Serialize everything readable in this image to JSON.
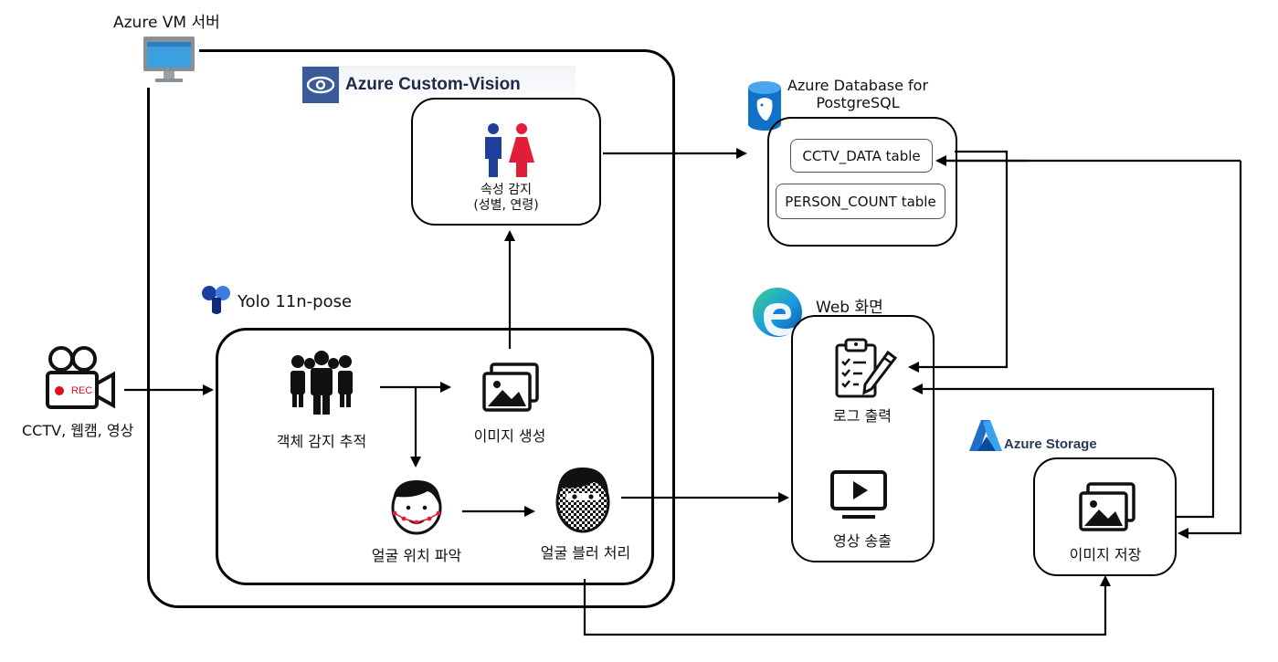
{
  "vm": {
    "label": "Azure VM 서버",
    "icon": "monitor-icon"
  },
  "custom_vision": {
    "brand": "Azure Custom-Vision",
    "node_label": "속성 감지\n(성별, 연령)",
    "icon": "gender-people-icon"
  },
  "yolo": {
    "brand": "Yolo 11n-pose"
  },
  "nodes": {
    "object_tracking": "객체 감지 추적",
    "image_create": "이미지 생성",
    "face_locate": "얼굴 위치 파악",
    "face_blur": "얼굴 블러 처리"
  },
  "source": {
    "label": "CCTV, 웹캠, 영상",
    "rec_text": "REC"
  },
  "database": {
    "title": "Azure Database for\nPostgreSQL",
    "tables": [
      "CCTV_DATA table",
      "PERSON_COUNT table"
    ]
  },
  "web": {
    "title": "Web 화면",
    "log_label": "로그 출력",
    "stream_label": "영상 송출"
  },
  "storage": {
    "brand": "Azure Storage",
    "node_label": "이미지 저장"
  },
  "colors": {
    "male": "#1f3f9a",
    "female": "#e01e37",
    "rec_red": "#e0101a",
    "azure_blue": "#0a6ed1"
  }
}
